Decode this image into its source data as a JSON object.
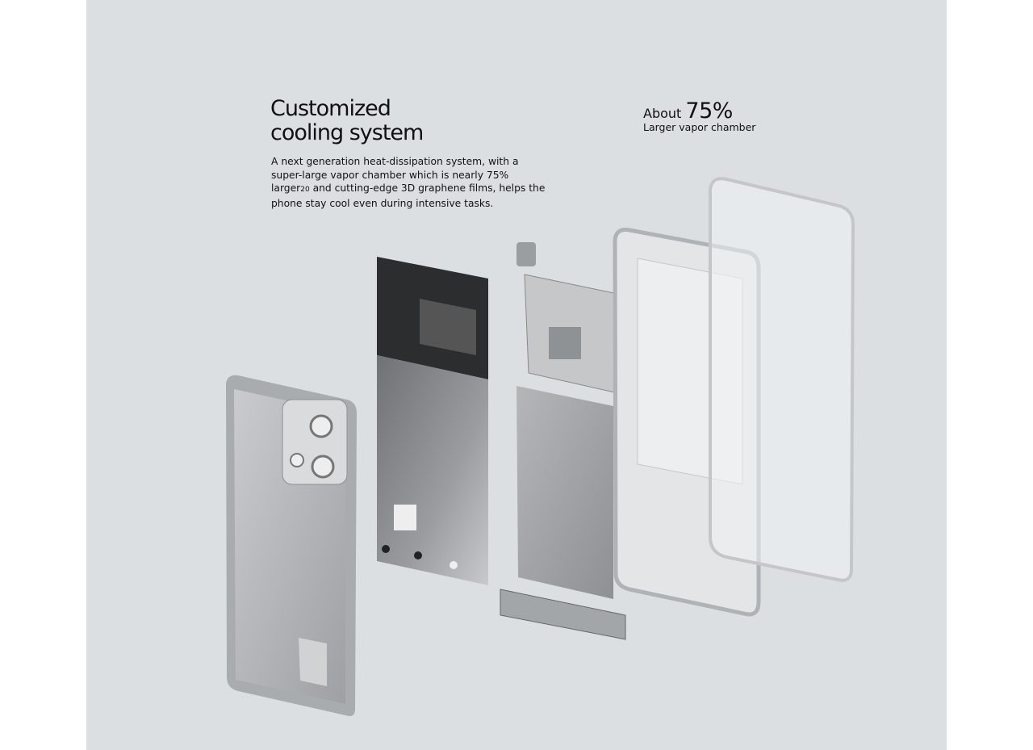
{
  "heading": {
    "line1": "Customized",
    "line2": "cooling system"
  },
  "description": {
    "text_before": "A next generation heat-dissipation system, with a super-large vapor chamber which is nearly 75% larger",
    "footnote": "20",
    "text_after": " and cutting-edge 3D graphene films,  helps the phone stay cool even during intensive tasks."
  },
  "stat": {
    "prefix": "About",
    "value": "75%",
    "caption": "Larger vapor chamber"
  },
  "colors": {
    "background": "#dcdfe2",
    "text": "#111111"
  }
}
